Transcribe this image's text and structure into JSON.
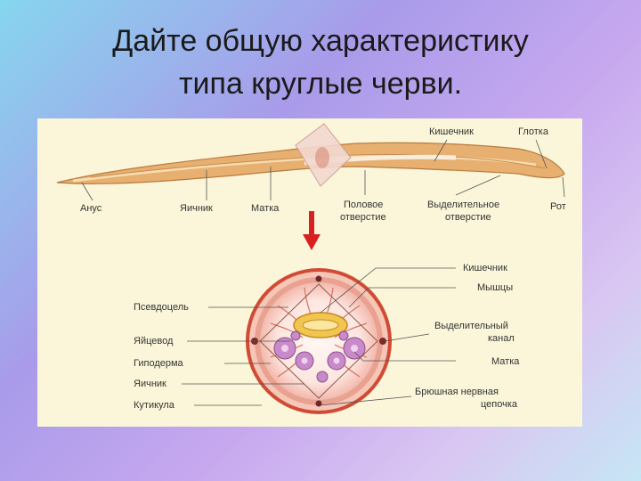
{
  "slide": {
    "title_line1": "Дайте общую характеристику",
    "title_line2": "типа круглые черви."
  },
  "diagram": {
    "worm_labels": {
      "intestine": "Кишечник",
      "pharynx": "Глотка",
      "anus": "Анус",
      "ovary": "Яичник",
      "uterus": "Матка",
      "genital_line1": "Половое",
      "genital_line2": "отверстие",
      "excretory_line1": "Выделительное",
      "excretory_line2": "отверстие",
      "mouth": "Рот"
    },
    "section_labels": {
      "intestine": "Кишечник",
      "muscles": "Мышцы",
      "excretory_line1": "Выделительный",
      "excretory_line2": "канал",
      "uterus": "Матка",
      "nerve_line1": "Брюшная нервная",
      "nerve_line2": "цепочка",
      "pseudocoel": "Псевдоцель",
      "oviduct": "Яйцевод",
      "hypodermis": "Гиподерма",
      "ovary": "Яичник",
      "cuticle": "Кутикула"
    },
    "colors": {
      "worm_body": "#e7b071",
      "arrow": "#d92020",
      "cuticle": "#c83a2a"
    }
  }
}
